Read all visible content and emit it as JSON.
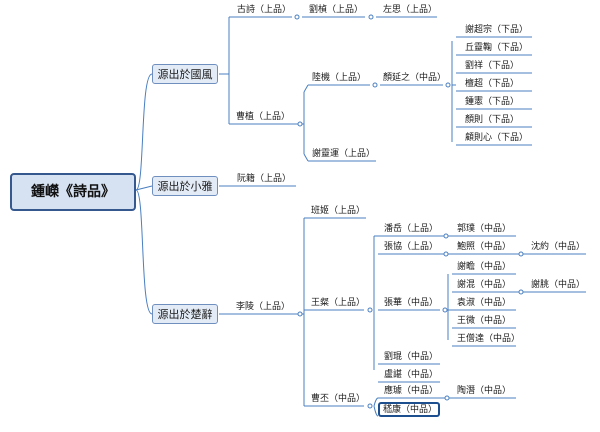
{
  "root": "鍾嶸《詩品》",
  "categories": {
    "guofeng": "源出於國風",
    "xiaoya": "源出於小雅",
    "chuci": "源出於楚辭"
  },
  "nodes": {
    "gushi": "古詩（上品）",
    "liuzhen": "劉楨（上品）",
    "zuosi": "左思（上品）",
    "caozhi": "曹植（上品）",
    "luji": "陸機（上品）",
    "yanyanzhi": "顏延之（中品）",
    "xiechaozong": "謝超宗（下品）",
    "qiulingju": "丘靈鞠（下品）",
    "liuxiang": "劉祥（下品）",
    "tanchao": "檀超（下品）",
    "zhonghui": "鍾憲（下品）",
    "yanze": "顏則（下品）",
    "guzexin": "顧則心（下品）",
    "xielingyun": "謝靈運（上品）",
    "ruanji": "阮籍（上品）",
    "banji": "班姬（上品）",
    "liling": "李陵（上品）",
    "wangcan": "王粲（上品）",
    "panyue": "潘岳（上品）",
    "guopu": "郭璞（中品）",
    "zhangxie": "張協（上品）",
    "baozhao": "鮑照（中品）",
    "shenyue": "沈約（中品）",
    "zhanghua": "張華（中品）",
    "xiezhan": "謝瞻（中品）",
    "xiehun": "謝混（中品）",
    "xietiao": "謝朓（中品）",
    "yuanshu": "袁淑（中品）",
    "wangwei": "王微（中品）",
    "wangsengda": "王僧達（中品）",
    "liukun": "劉琨（中品）",
    "luchen": "盧諶（中品）",
    "caopi": "曹丕（中品）",
    "yingqu": "應璩（中品）",
    "taoqian": "陶潛（中品）",
    "jikang": "嵇康（中品）"
  },
  "colors": {
    "wire": "#4a7fc1",
    "root_border": "#35598f",
    "category_fill": "#e3ebf6"
  }
}
